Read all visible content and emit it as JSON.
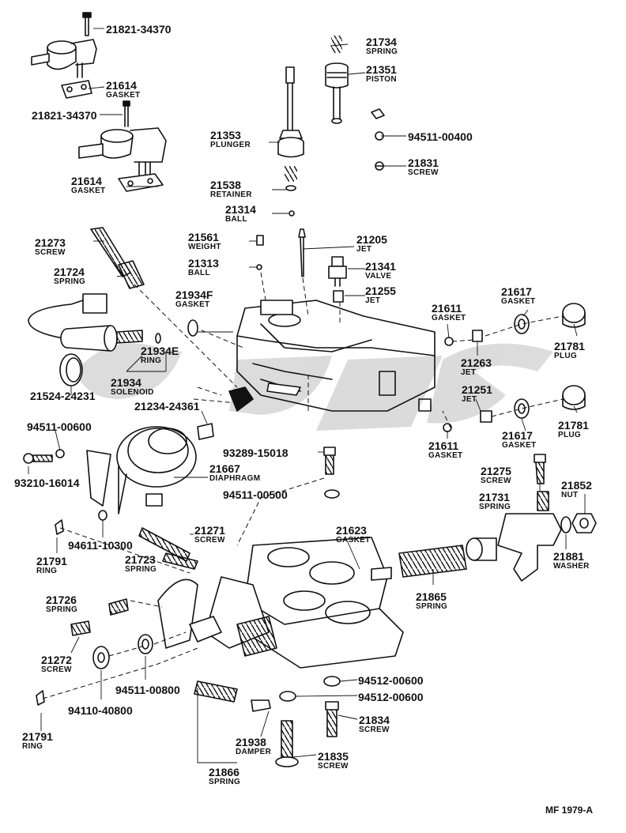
{
  "figure_id": "MF 1979-A",
  "watermark": "Logo",
  "parts": {
    "p01": {
      "num": "21821-34370"
    },
    "p02": {
      "num": "21614",
      "desc": "GASKET"
    },
    "p03": {
      "num": "21821-34370"
    },
    "p04": {
      "num": "21614",
      "desc": "GASKET"
    },
    "p05": {
      "num": "21734",
      "desc": "SPRING"
    },
    "p06": {
      "num": "21351",
      "desc": "PISTON"
    },
    "p07": {
      "num": "94511-00400"
    },
    "p08": {
      "num": "21831",
      "desc": "SCREW"
    },
    "p09": {
      "num": "21353",
      "desc": "PLUNGER"
    },
    "p10": {
      "num": "21538",
      "desc": "RETAINER"
    },
    "p11": {
      "num": "21314",
      "desc": "BALL"
    },
    "p12": {
      "num": "21273",
      "desc": "SCREW"
    },
    "p13": {
      "num": "21561",
      "desc": "WEIGHT"
    },
    "p14": {
      "num": "21205",
      "desc": "JET"
    },
    "p15": {
      "num": "21313",
      "desc": "BALL"
    },
    "p16": {
      "num": "21341",
      "desc": "VALVE"
    },
    "p17": {
      "num": "21724",
      "desc": "SPRING"
    },
    "p18": {
      "num": "21255",
      "desc": "JET"
    },
    "p19": {
      "num": "21934F",
      "desc": "GASKET"
    },
    "p20": {
      "num": "21617",
      "desc": "GASKET"
    },
    "p21": {
      "num": "21611",
      "desc": "GASKET"
    },
    "p22": {
      "num": "21934E",
      "desc": "RING"
    },
    "p23": {
      "num": "21781",
      "desc": "PLUG"
    },
    "p24": {
      "num": "21263",
      "desc": "JET"
    },
    "p25": {
      "num": "21934",
      "desc": "SOLENOID"
    },
    "p26": {
      "num": "21524-24231"
    },
    "p27": {
      "num": "21251",
      "desc": "JET"
    },
    "p28": {
      "num": "21234-24361"
    },
    "p29": {
      "num": "21781",
      "desc": "PLUG"
    },
    "p30": {
      "num": "94511-00600"
    },
    "p31": {
      "num": "21617",
      "desc": "GASKET"
    },
    "p32": {
      "num": "21611",
      "desc": "GASKET"
    },
    "p33": {
      "num": "93289-15018"
    },
    "p34": {
      "num": "21667",
      "desc": "DIAPHRAGM"
    },
    "p35": {
      "num": "93210-16014"
    },
    "p36": {
      "num": "21275",
      "desc": "SCREW"
    },
    "p37": {
      "num": "21852",
      "desc": "NUT"
    },
    "p38": {
      "num": "94511-00500"
    },
    "p39": {
      "num": "21731",
      "desc": "SPRING"
    },
    "p40": {
      "num": "21623",
      "desc": "GASKET"
    },
    "p41": {
      "num": "21271",
      "desc": "SCREW"
    },
    "p42": {
      "num": "94611-10300"
    },
    "p43": {
      "num": "21791",
      "desc": "RING"
    },
    "p44": {
      "num": "21881",
      "desc": "WASHER"
    },
    "p45": {
      "num": "21723",
      "desc": "SPRING"
    },
    "p46": {
      "num": "21726",
      "desc": "SPRING"
    },
    "p47": {
      "num": "21865",
      "desc": "SPRING"
    },
    "p48": {
      "num": "21272",
      "desc": "SCREW"
    },
    "p49": {
      "num": "94512-00600"
    },
    "p50": {
      "num": "94511-00800"
    },
    "p51": {
      "num": "94512-00600"
    },
    "p52": {
      "num": "94110-40800"
    },
    "p53": {
      "num": "21834",
      "desc": "SCREW"
    },
    "p54": {
      "num": "21791",
      "desc": "RING"
    },
    "p55": {
      "num": "21938",
      "desc": "DAMPER"
    },
    "p56": {
      "num": "21835",
      "desc": "SCREW"
    },
    "p57": {
      "num": "21866",
      "desc": "SPRING"
    }
  }
}
